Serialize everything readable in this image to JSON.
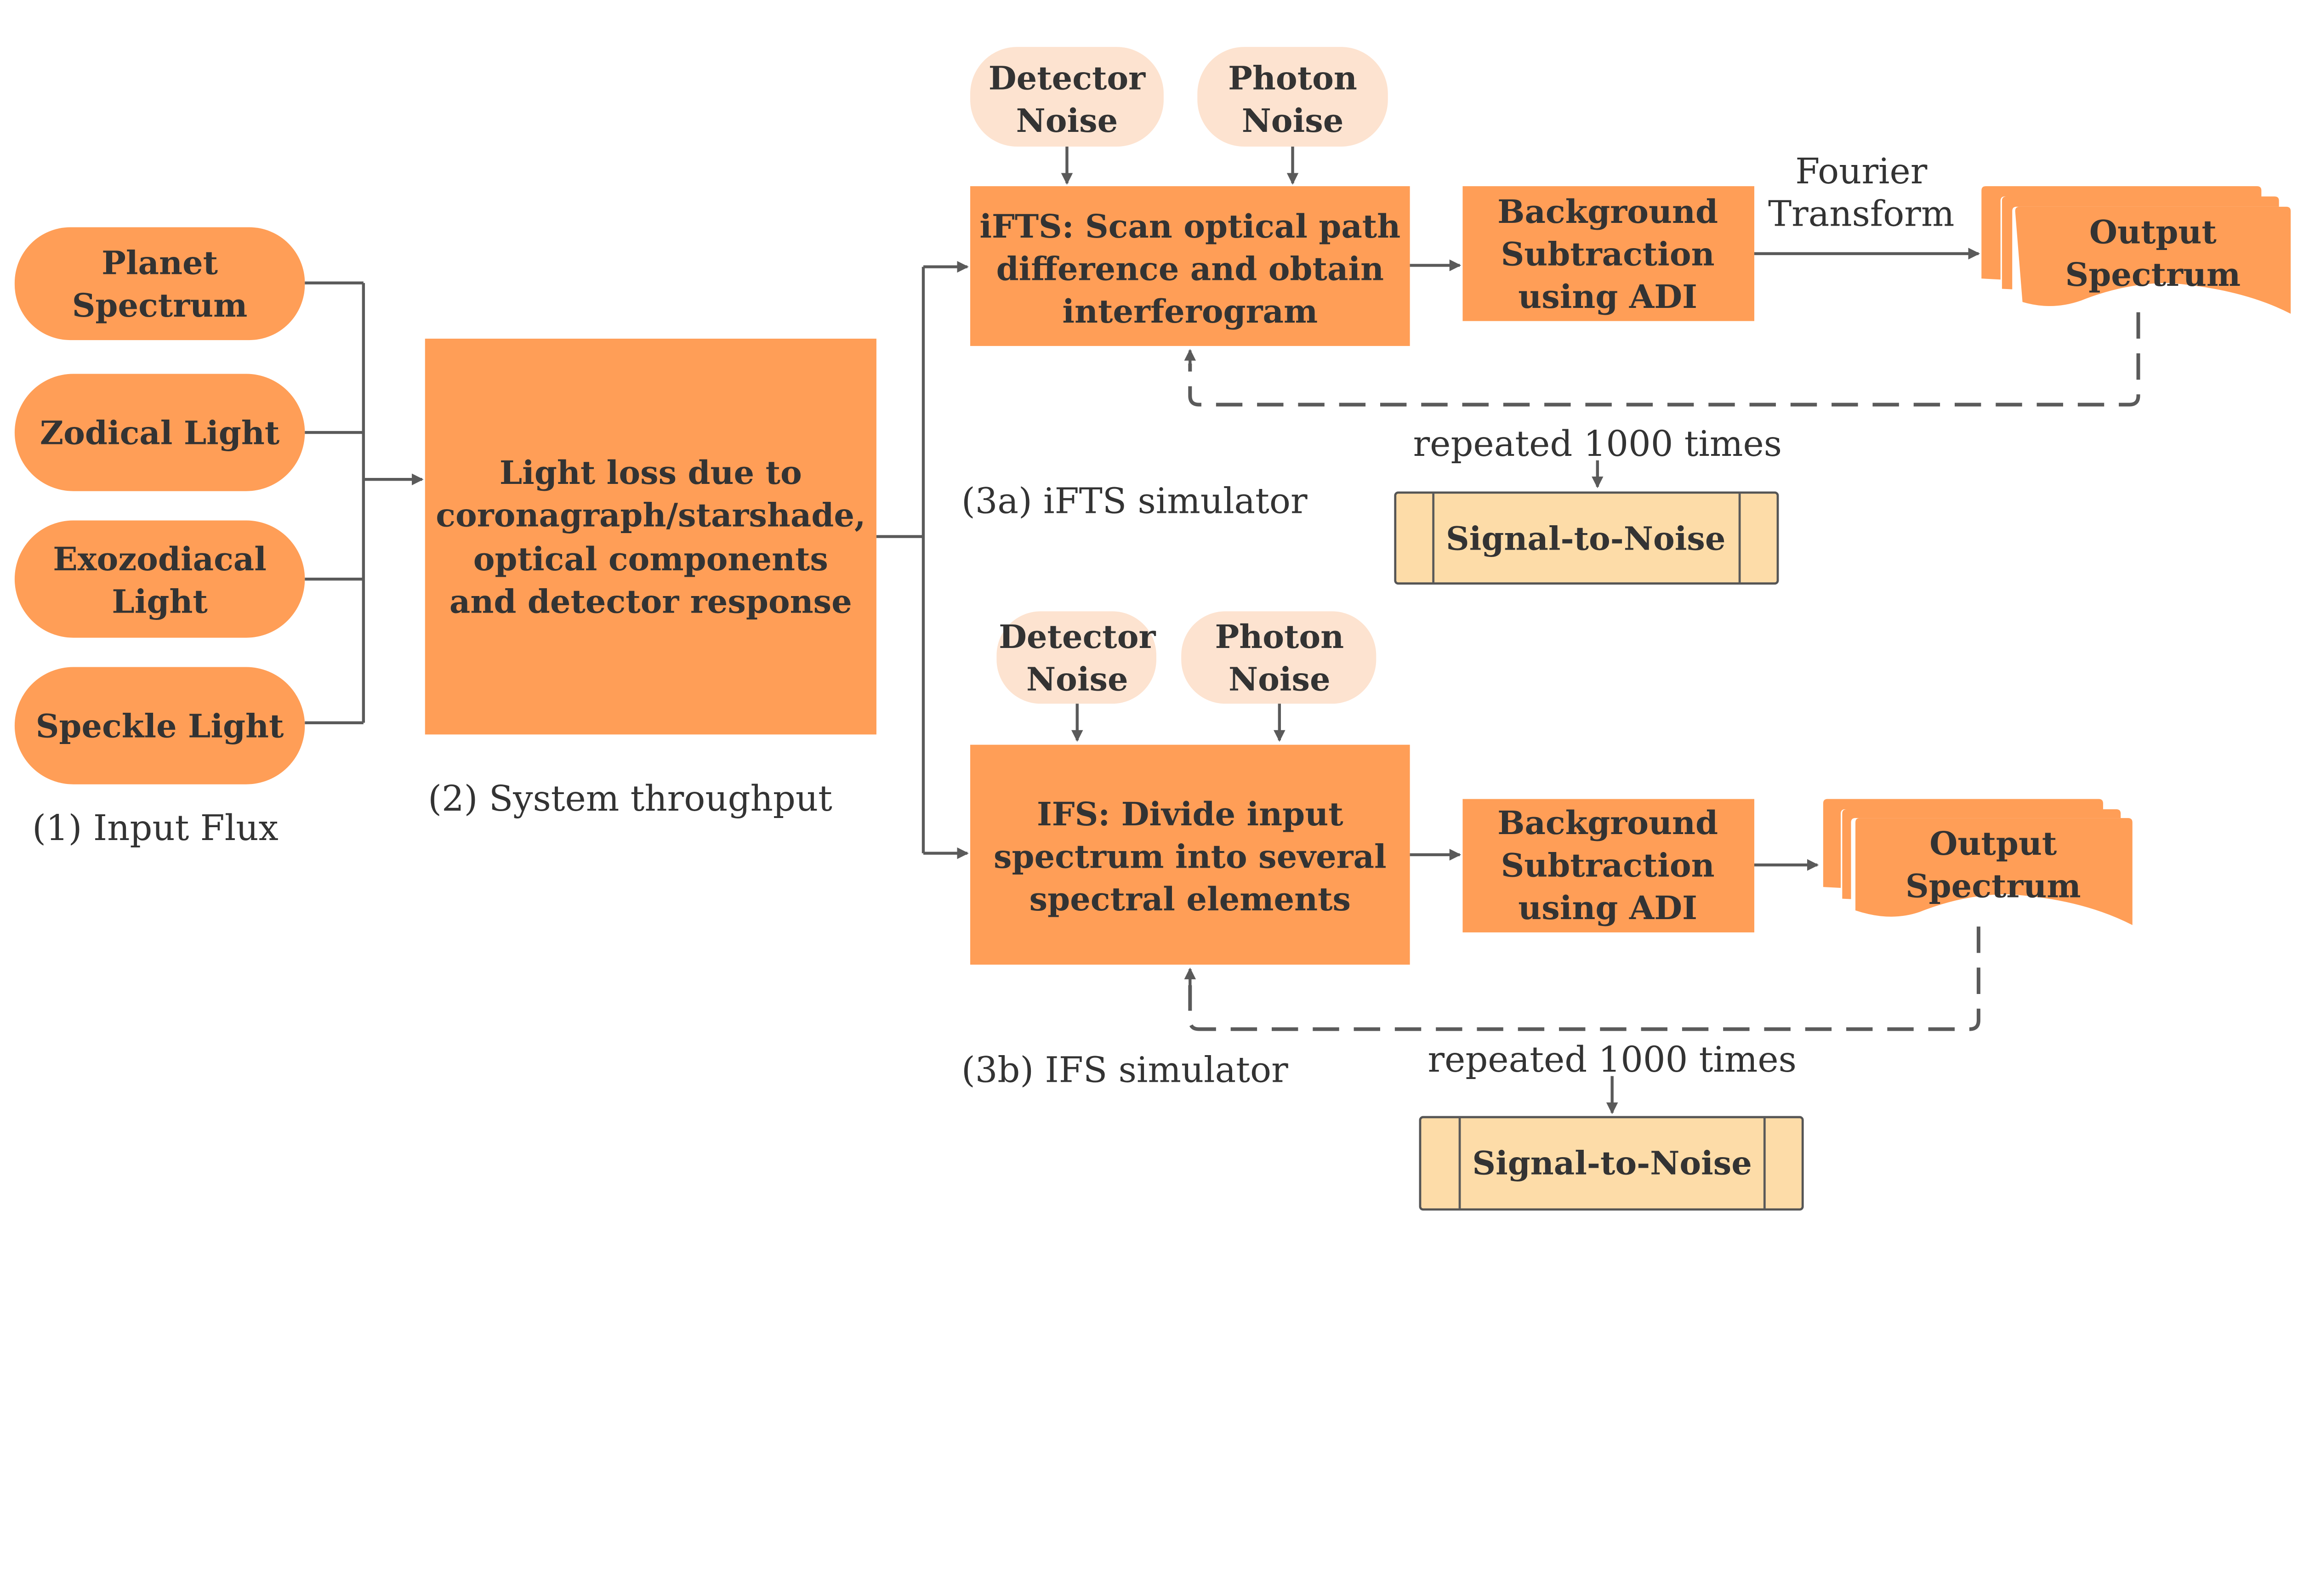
{
  "colors": {
    "box": "#FF9E57",
    "noise": "#FDE3D0",
    "snr": "#FDDCA8",
    "line": "#5a5a5a",
    "text": "#333333"
  },
  "inputs": {
    "items": [
      {
        "lines": [
          "Planet",
          "Spectrum"
        ]
      },
      {
        "lines": [
          "Zodical Light"
        ]
      },
      {
        "lines": [
          "Exozodiacal",
          "Light"
        ]
      },
      {
        "lines": [
          "Speckle Light"
        ]
      }
    ],
    "caption": "(1) Input Flux"
  },
  "system": {
    "lines": [
      "Light loss due to",
      "coronagraph/starshade,",
      "optical components",
      "and detector response"
    ],
    "caption": "(2) System throughput"
  },
  "ifts": {
    "detector_noise": [
      "Detector",
      "Noise"
    ],
    "photon_noise": [
      "Photon",
      "Noise"
    ],
    "main": [
      "iFTS: Scan optical path",
      "difference and obtain",
      "interferogram"
    ],
    "background": [
      "Background",
      "Subtraction",
      "using ADI"
    ],
    "transform": [
      "Fourier",
      "Transform"
    ],
    "output": [
      "Output",
      "Spectrum"
    ],
    "repeat": "repeated 1000 times",
    "snr": "Signal-to-Noise",
    "caption": "(3a) iFTS simulator"
  },
  "ifs": {
    "detector_noise": [
      "Detector",
      "Noise"
    ],
    "photon_noise": [
      "Photon",
      "Noise"
    ],
    "main": [
      "IFS: Divide input",
      "spectrum into several",
      "spectral elements"
    ],
    "background": [
      "Background",
      "Subtraction",
      "using ADI"
    ],
    "output": [
      "Output",
      "Spectrum"
    ],
    "repeat": "repeated 1000 times",
    "snr": "Signal-to-Noise",
    "caption": "(3b) IFS simulator"
  }
}
